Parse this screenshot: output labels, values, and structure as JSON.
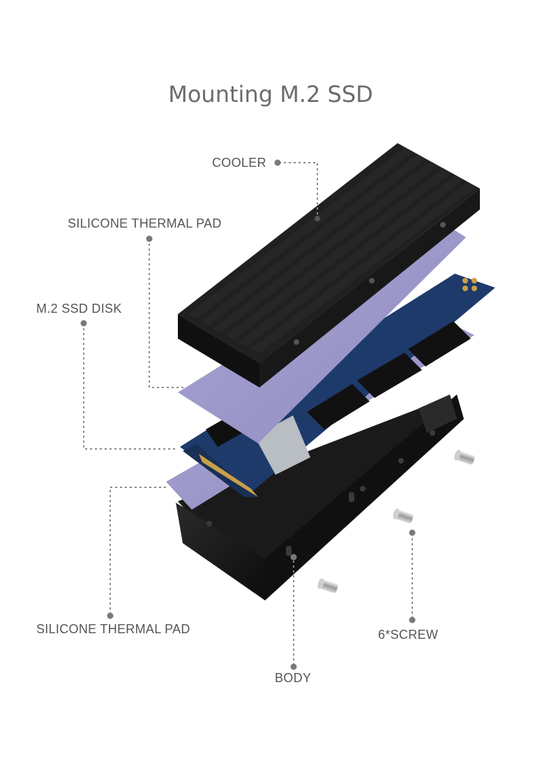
{
  "title": "Mounting M.2 SSD",
  "labels": {
    "cooler": "COOLER",
    "pad_top": "SILICONE THERMAL PAD",
    "ssd": "M.2 SSD DISK",
    "pad_bottom": "SILICONE THERMAL PAD",
    "screw": "6*SCREW",
    "body": "BODY"
  },
  "colors": {
    "heatsink": "#1f1f1f",
    "pad": "#9b97c8",
    "pcb": "#1e3a6b",
    "gold": "#c8a04a",
    "label": "#555555",
    "leader": "#888888"
  }
}
